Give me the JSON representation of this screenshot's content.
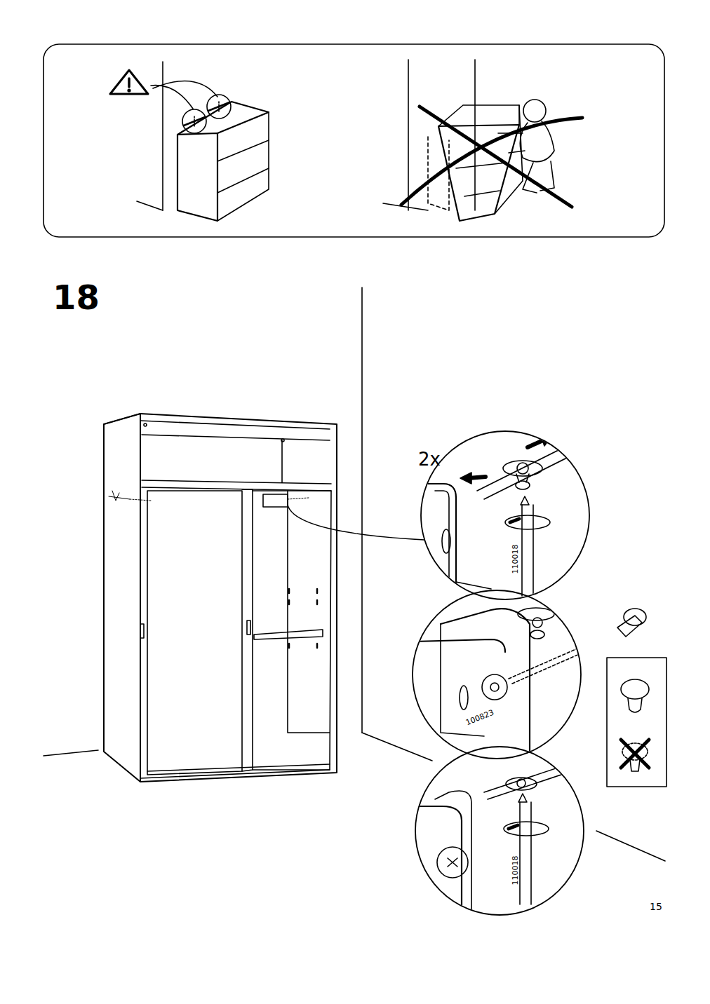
{
  "diagram": {
    "labels": [
      "18",
      "2x",
      "110018",
      "100823",
      "110018",
      "15"
    ]
  }
}
